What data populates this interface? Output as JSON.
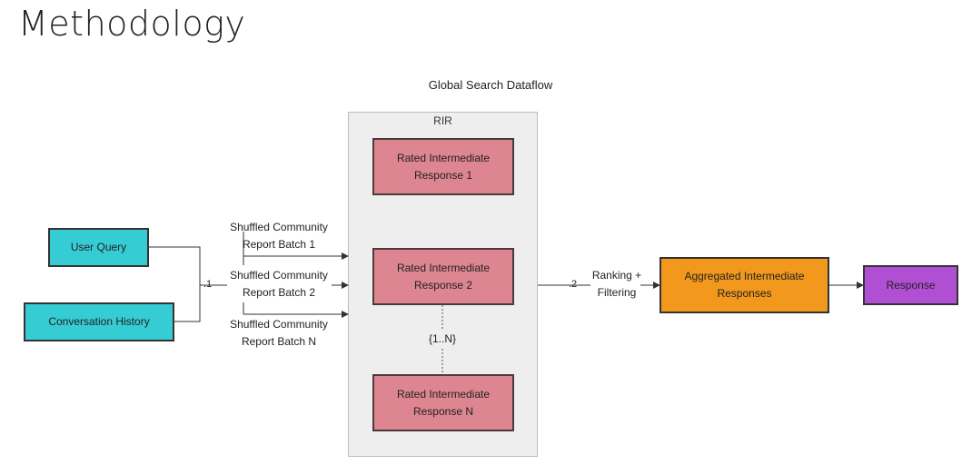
{
  "page_title": "Methodology",
  "diagram": {
    "title": "Global Search Dataflow",
    "container_label": "RIR",
    "nodes": {
      "user_query": "User Query",
      "conversation_history": "Conversation History",
      "rated_1": "Rated Intermediate Response 1",
      "rated_2": "Rated Intermediate Response 2",
      "rated_n": "Rated Intermediate Response N",
      "aggregated": "Aggregated Intermediate Responses",
      "response": "Response"
    },
    "edge_labels": {
      "batch_1": "Shuffled Community Report Batch 1",
      "batch_2": "Shuffled Community Report Batch 2",
      "batch_n": "Shuffled Community Report Batch N",
      "multiplicity": "{1..N}",
      "ranking": "Ranking + Filtering",
      "step1": ".1",
      "step2": ".2"
    },
    "colors": {
      "input_nodes": "#35ccd4",
      "rated_nodes": "#dd8590",
      "aggregated_node": "#f1981d",
      "response_node": "#b14fd4",
      "container": "#eeeeee"
    }
  }
}
